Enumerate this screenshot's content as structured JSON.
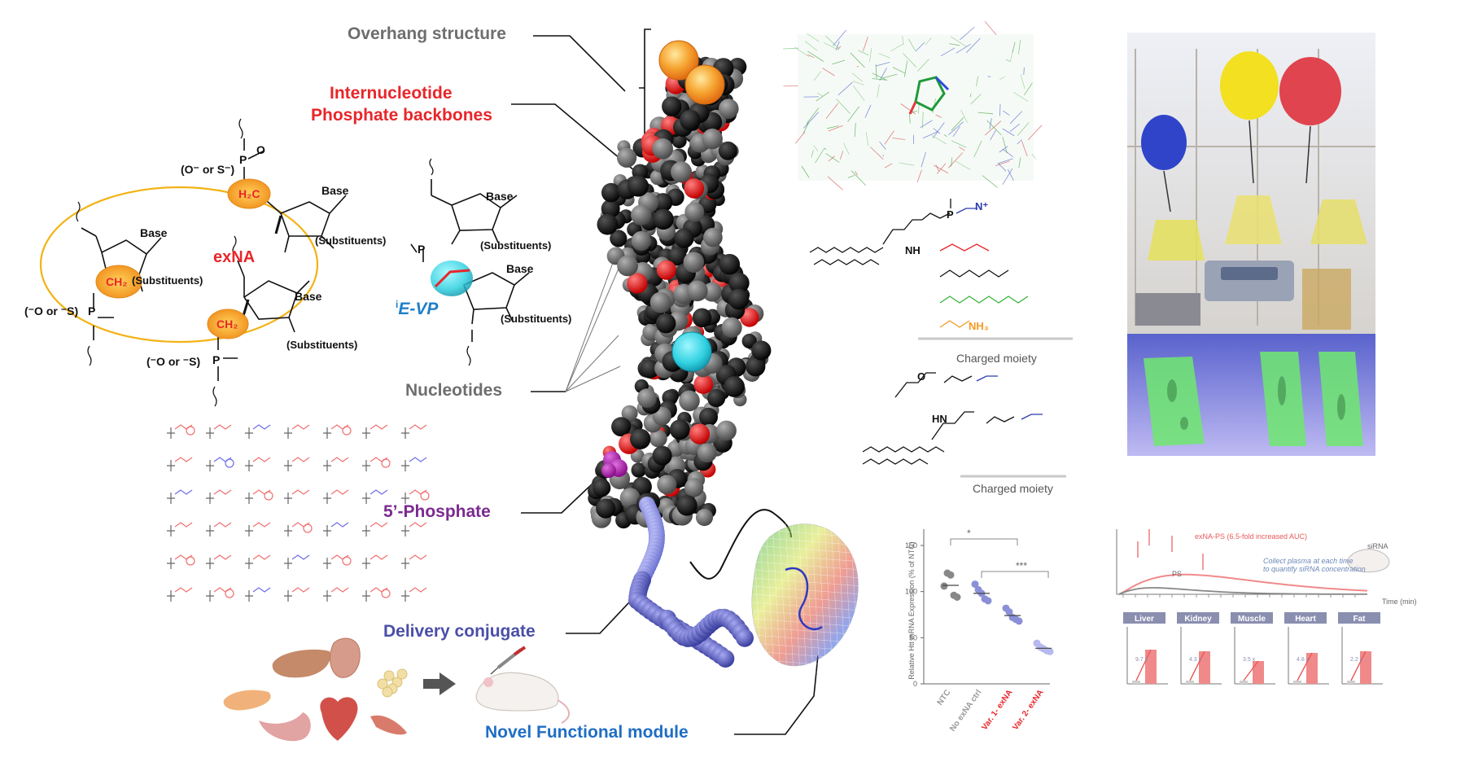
{
  "labels": {
    "overhang": "Overhang structure",
    "internucleotide_1": "Internucleotide",
    "internucleotide_2": "Phosphate backbones",
    "nucleotides": "Nucleotides",
    "phosphate": "5’-Phosphate",
    "delivery": "Delivery conjugate",
    "functional": "Novel Functional module"
  },
  "chem_left": {
    "o_or_s_top": "(O⁻ or S⁻)",
    "p_top": "P",
    "o_eq": "O",
    "h2c": "H₂C",
    "base_top": "Base",
    "base_left": "Base",
    "base_mid": "Base",
    "substituents_top": "(Substituents)",
    "substituents_left": "(Substituents)",
    "substituents_mid": "(Substituents)",
    "exna": "exNA",
    "ch2_left": "CH₂",
    "ch2_mid": "CH₂",
    "o_or_s_left": "(⁻O or ⁻S)",
    "p_left": "P",
    "o_or_s_mid": "(⁻O or ⁻S)",
    "p_mid": "P"
  },
  "chem_vp": {
    "base_top": "Base",
    "base_bottom": "Base",
    "substituents_top": "(Substituents)",
    "substituents_bottom": "(Substituents)",
    "vp_prefix": "i",
    "vp_label": "E-VP",
    "p": "P"
  },
  "lipid": {
    "charged_1": "Charged moiety",
    "charged_2": "Charged moiety",
    "nh3": "NH₃",
    "nh": "NH",
    "hn": "HN",
    "o": "O",
    "n_plus": "N⁺",
    "p": "P"
  },
  "expression_chart": {
    "ylabel": "Relative Htt mRNA Expression (% of NTC)",
    "yticks": [
      "0",
      "50",
      "100",
      "150"
    ],
    "categories": [
      "NTC",
      "No exNA ctrl",
      "Var. 1- exNA",
      "Var. 2- exNA"
    ],
    "sig_1": "*",
    "sig_2": "***"
  },
  "pk_chart": {
    "series_1": "exNA-PS (6.5-fold increased AUC)",
    "series_2": "PS",
    "note_1": "Collect plasma at each time",
    "note_2": "to quantify siRNA concentration",
    "subject": "siRNA",
    "xlabel": "Time (min)",
    "organs": [
      "Liver",
      "Kidney",
      "Muscle",
      "Heart",
      "Fat"
    ],
    "folds": [
      "9.7 x",
      "4.3 x",
      "3.5 x",
      "4.8 x",
      "2.2 x"
    ]
  },
  "colors": {
    "red": "#e8262a",
    "grey": "#6e6e6e",
    "purple": "#7b2a90",
    "navy": "#4a4fa8",
    "blue": "#1f6ec4",
    "salmon": "#f08a8a"
  }
}
